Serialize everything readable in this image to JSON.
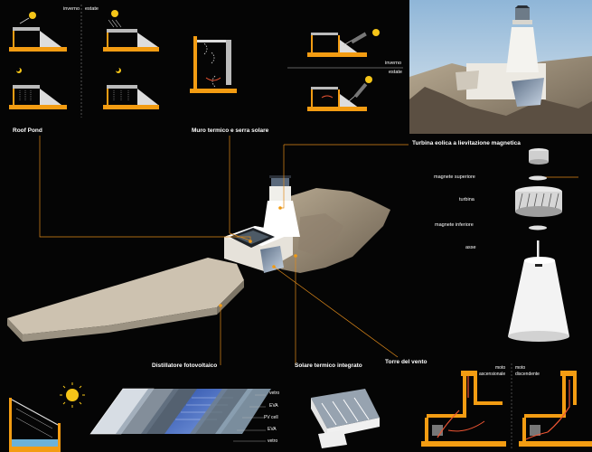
{
  "labels": {
    "roof_pond": "Roof Pond",
    "muro_termico": "Muro termico e serra solare",
    "turbina_eolica": "Turbina eolica a lievitazione magnetica",
    "magnete_superiore": "magnete superiore",
    "turbina": "turbina",
    "magnete_inferiore": "magnete inferiore",
    "asse": "asse",
    "distillatore": "Distillatore fotovoltaico",
    "solare_termico": "Solare termico integrato",
    "torre_vento": "Torre del vento",
    "inverno_top": "inverno",
    "estate_top": "estate",
    "inverno_right": "inverno",
    "estate_right": "estate",
    "moto_ascensionale_1": "moto",
    "moto_ascensionale_2": "ascensionale",
    "moto_discendente_1": "moto",
    "moto_discendente_2": "discendente"
  },
  "layers": [
    "vetro",
    "EVA",
    "PV cell",
    "EVA",
    "vetro"
  ],
  "colors": {
    "background": "#050505",
    "accent": "#f39c12",
    "leader": "#e08a1a",
    "text": "#ffffff"
  }
}
